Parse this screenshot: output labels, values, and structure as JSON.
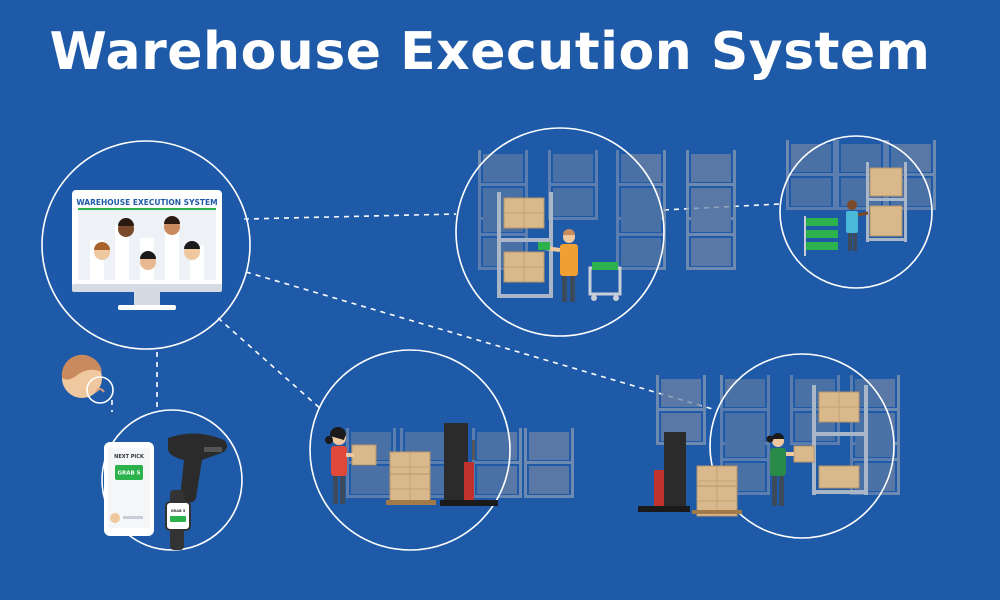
{
  "title": "Warehouse Execution System",
  "monitor": {
    "header": "WAREHOUSE EXECUTION SYSTEM"
  },
  "phone": {
    "header": "NEXT PICK",
    "button": "GRAB 5"
  },
  "watch": {
    "label": "GRAB 5"
  },
  "colors": {
    "background": "#1e5aa8",
    "line": "#ffffff",
    "rack": "#8a9bb5",
    "box": "#d9b98c",
    "accent_green": "#2bb24c",
    "orange_shirt": "#f0a030",
    "red_shirt": "#e0483a",
    "forklift_red": "#c0322b"
  },
  "icons": [
    "monitor-icon",
    "worker-head-icon",
    "smartphone-icon",
    "barcode-scanner-icon",
    "smartwatch-icon",
    "forklift-icon",
    "pallet-rack-icon",
    "picking-cart-icon"
  ]
}
